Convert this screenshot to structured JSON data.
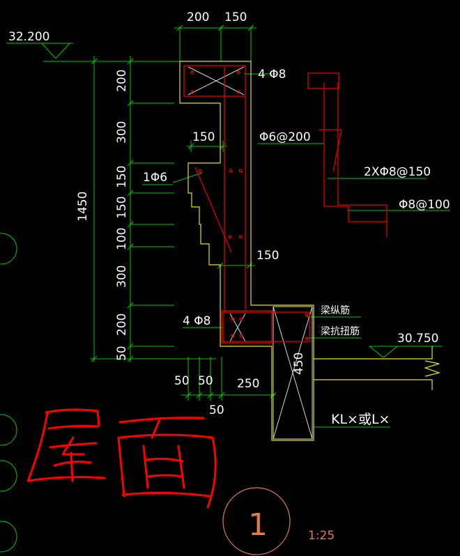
{
  "drawing": {
    "top_dims": [
      "200",
      "150"
    ],
    "elev_top": "32.200",
    "elev_right": "30.750",
    "left_total": "1450",
    "left_dims": [
      "200",
      "300",
      "150",
      "150",
      "100",
      "300",
      "200",
      "50"
    ],
    "dim_150_mid": "150",
    "dim_150_right": "150",
    "bottom_dims": [
      "50",
      "50",
      "250"
    ],
    "bottom_50": "50",
    "rebar_top": "4 Φ8",
    "rebar_bottom": "4 Φ8",
    "rebar_1phi6": "1Φ6",
    "rebar_stirrup": "Φ6@200",
    "rebar_2x": "2XΦ8@150",
    "rebar_phi8_100": "Φ8@100",
    "beam_long": "梁纵筋",
    "beam_tor": "梁抗扭筋",
    "beam_dim_450": "450",
    "beam_label": "KL×或L×",
    "section_no": "1",
    "scale": "1:25",
    "handwritten": "屋面"
  },
  "colors": {
    "background": "#000000",
    "dimension": "#00c800",
    "outline": "#e6e600",
    "rebar": "#e00000",
    "text": "#ffffff"
  }
}
